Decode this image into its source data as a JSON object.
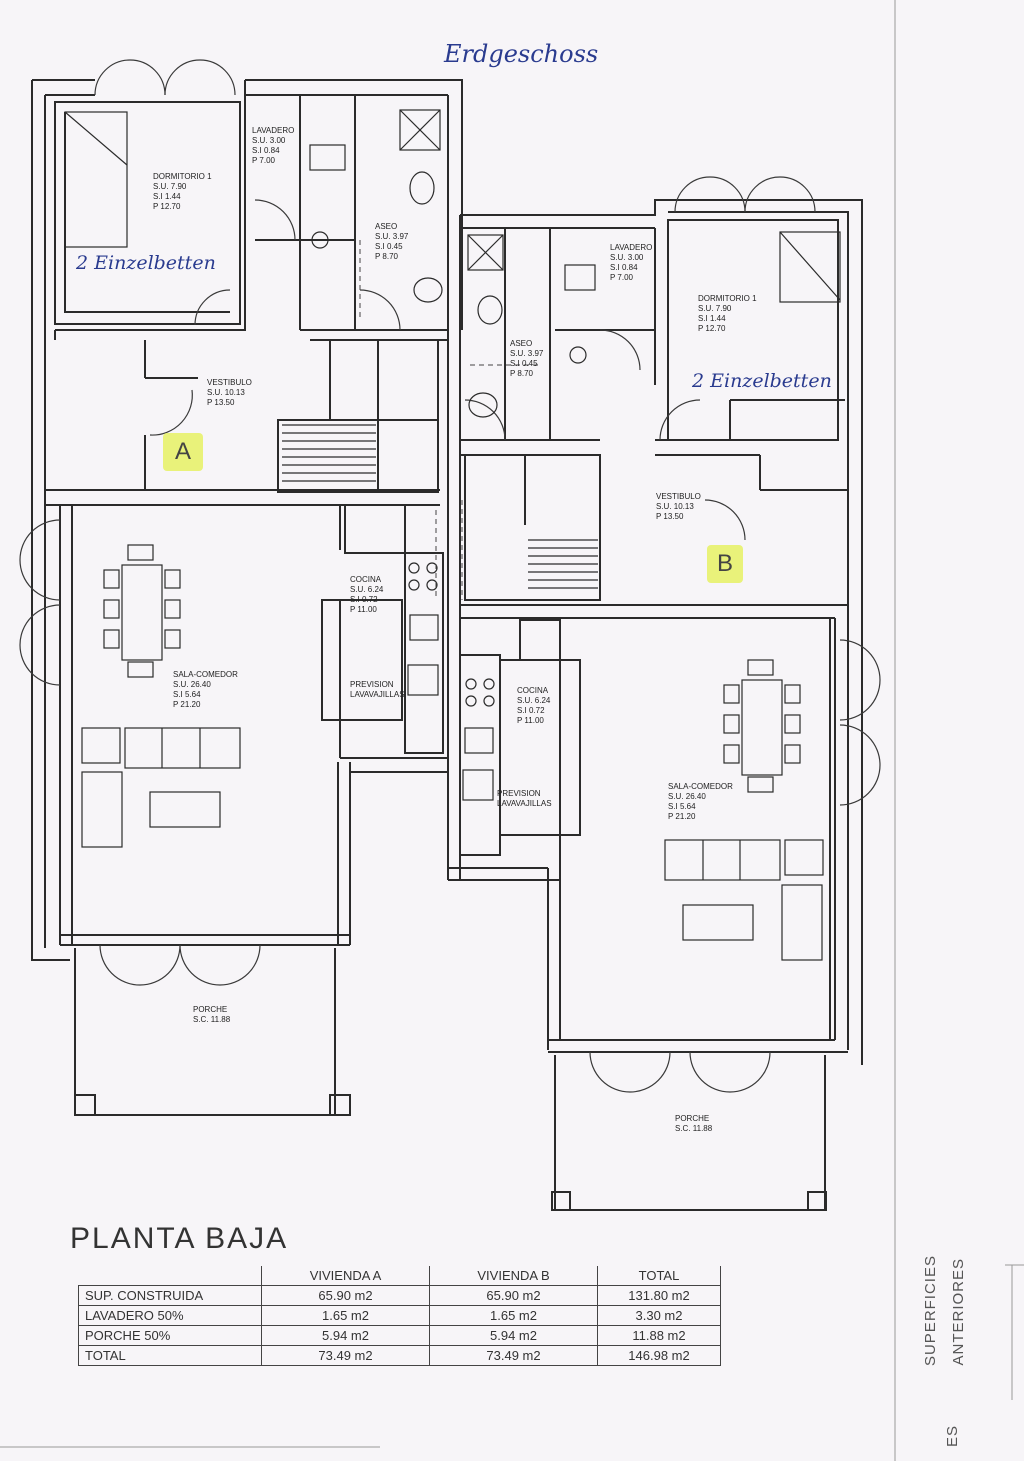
{
  "handwritten": {
    "title": "Erdgeschoss",
    "beds_a": "2 Einzelbetten",
    "beds_b": "2 Einzelbetten"
  },
  "markers": {
    "a": "A",
    "b": "B"
  },
  "rooms_a": {
    "dormitorio": {
      "name": "DORMITORIO 1",
      "su": "S.U. 7.90",
      "si": "S.I 1.44",
      "p": "P 12.70"
    },
    "lavadero": {
      "name": "LAVADERO",
      "su": "S.U. 3.00",
      "si": "S.I 0.84",
      "p": "P 7.00"
    },
    "aseo": {
      "name": "ASEO",
      "su": "S.U. 3.97",
      "si": "S.I 0.45",
      "p": "P 8.70"
    },
    "vestibulo": {
      "name": "VESTIBULO",
      "su": "S.U. 10.13",
      "p": "P 13.50"
    },
    "cocina": {
      "name": "COCINA",
      "su": "S.U. 6.24",
      "si": "S.I 0.72",
      "p": "P 11.00"
    },
    "prevision": {
      "line1": "PREVISION",
      "line2": "LAVAVAJILLAS"
    },
    "sala": {
      "name": "SALA-COMEDOR",
      "su": "S.U. 26.40",
      "si": "S.I 5.64",
      "p": "P 21.20"
    },
    "porche": {
      "name": "PORCHE",
      "sc": "S.C. 11.88"
    }
  },
  "rooms_b": {
    "dormitorio": {
      "name": "DORMITORIO 1",
      "su": "S.U. 7.90",
      "si": "S.I 1.44",
      "p": "P 12.70"
    },
    "lavadero": {
      "name": "LAVADERO",
      "su": "S.U. 3.00",
      "si": "S.I 0.84",
      "p": "P 7.00"
    },
    "aseo": {
      "name": "ASEO",
      "su": "S.U. 3.97",
      "si": "S.I 0.45",
      "p": "P 8.70"
    },
    "vestibulo": {
      "name": "VESTIBULO",
      "su": "S.U. 10.13",
      "p": "P 13.50"
    },
    "cocina": {
      "name": "COCINA",
      "su": "S.U. 6.24",
      "si": "S.I 0.72",
      "p": "P 11.00"
    },
    "prevision": {
      "line1": "PREVISION",
      "line2": "LAVAVAJILLAS"
    },
    "sala": {
      "name": "SALA-COMEDOR",
      "su": "S.U. 26.40",
      "si": "S.I 5.64",
      "p": "P 21.20"
    },
    "porche": {
      "name": "PORCHE",
      "sc": "S.C. 11.88"
    }
  },
  "planta": {
    "title": "PLANTA BAJA"
  },
  "summary_table": {
    "headers": [
      "VIVIENDA A",
      "VIVIENDA B",
      "TOTAL"
    ],
    "rows": [
      {
        "label": "SUP. CONSTRUIDA",
        "a": "65.90 m2",
        "b": "65.90 m2",
        "total": "131.80 m2"
      },
      {
        "label": "LAVADERO 50%",
        "a": "1.65 m2",
        "b": "1.65 m2",
        "total": "3.30 m2"
      },
      {
        "label": "PORCHE 50%",
        "a": "5.94 m2",
        "b": "5.94 m2",
        "total": "11.88 m2"
      },
      {
        "label": "TOTAL",
        "a": "73.49 m2",
        "b": "73.49 m2",
        "total": "146.98 m2"
      }
    ]
  },
  "side_text": {
    "line1": "SUPERFICIES",
    "line2": "ANTERIORES",
    "line3": "ES"
  }
}
